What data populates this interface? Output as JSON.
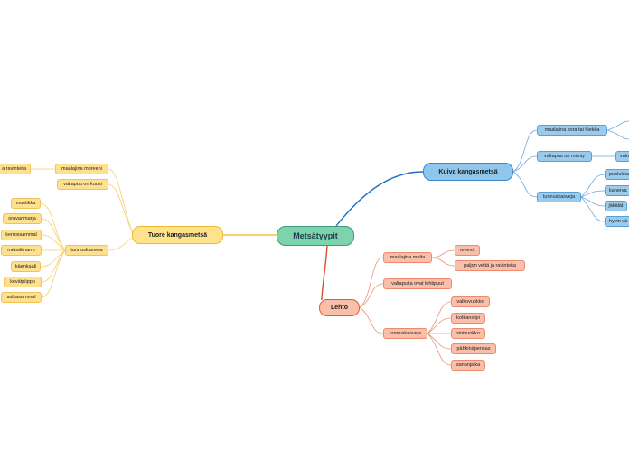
{
  "root": "Metsätyypit",
  "tuore": {
    "title": "Tuore kangasmetsä",
    "soil": "maalajina moreeni",
    "soil_detail": "a ravinteita",
    "tree": "valtapuu on kuusi",
    "features_label": "tunnuskasveja",
    "plants": [
      "mustikka",
      "oravanmarja",
      "kerrossammal",
      "metsälmarre",
      "käenkaali",
      "kevätpiippo",
      "sulkasammal"
    ]
  },
  "kuiva": {
    "title": "Kuiva kangasmetsä",
    "soil": "maalajina sora tai hiekka",
    "tree": "valtapuu on mänty",
    "tree_detail": "valo",
    "features_label": "tunnuskasveja",
    "plants": [
      "puolukka",
      "kanerva",
      "jäkälät",
      "hyvin vä"
    ]
  },
  "lehto": {
    "title": "Lehto",
    "soil": "maalajina multa",
    "soil_details": [
      "rehevä",
      "paljon vettä ja ravinteita"
    ],
    "tree": "valtapuita ovat lehtipuut",
    "features_label": "tunnuskasveja",
    "plants": [
      "valkovuokko",
      "kotkansiipi",
      "sinivuokko",
      "pähkinäpensas",
      "sananjalka"
    ]
  },
  "colors": {
    "yellow_line": "#f5c342",
    "blue_line": "#1f6fc4",
    "red_line": "#d9502e",
    "yellow_sub_line": "#f4cf6b",
    "blue_sub_line": "#6aa8dc",
    "red_sub_line": "#ee9276"
  }
}
